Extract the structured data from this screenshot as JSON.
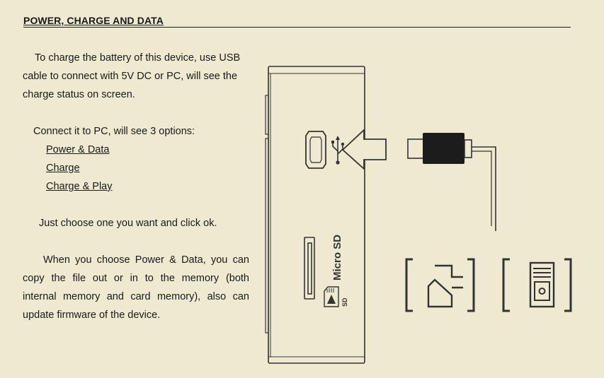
{
  "heading": "POWER, CHARGE AND DATA",
  "para1": [
    "To charge the battery of this device, use USB",
    "cable to connect with 5V DC or PC, will see the",
    "charge status on screen."
  ],
  "options_intro": "Connect it to PC, will see 3 options:",
  "options": [
    "Power & Data",
    "Charge",
    "Charge & Play"
  ],
  "para3": "Just choose one you want and click ok.",
  "para4": [
    "When you choose Power & Data, you can",
    "copy the file out or in to the memory (both",
    "internal memory and card memory), also can",
    "update firmware of the device."
  ],
  "card_slot_label": "Micro SD",
  "sd_logo": "SD",
  "icons": [
    "usb-icon",
    "micro-usb-port-icon",
    "usb-plug-icon",
    "wall-adapter-icon",
    "desktop-pc-icon"
  ]
}
